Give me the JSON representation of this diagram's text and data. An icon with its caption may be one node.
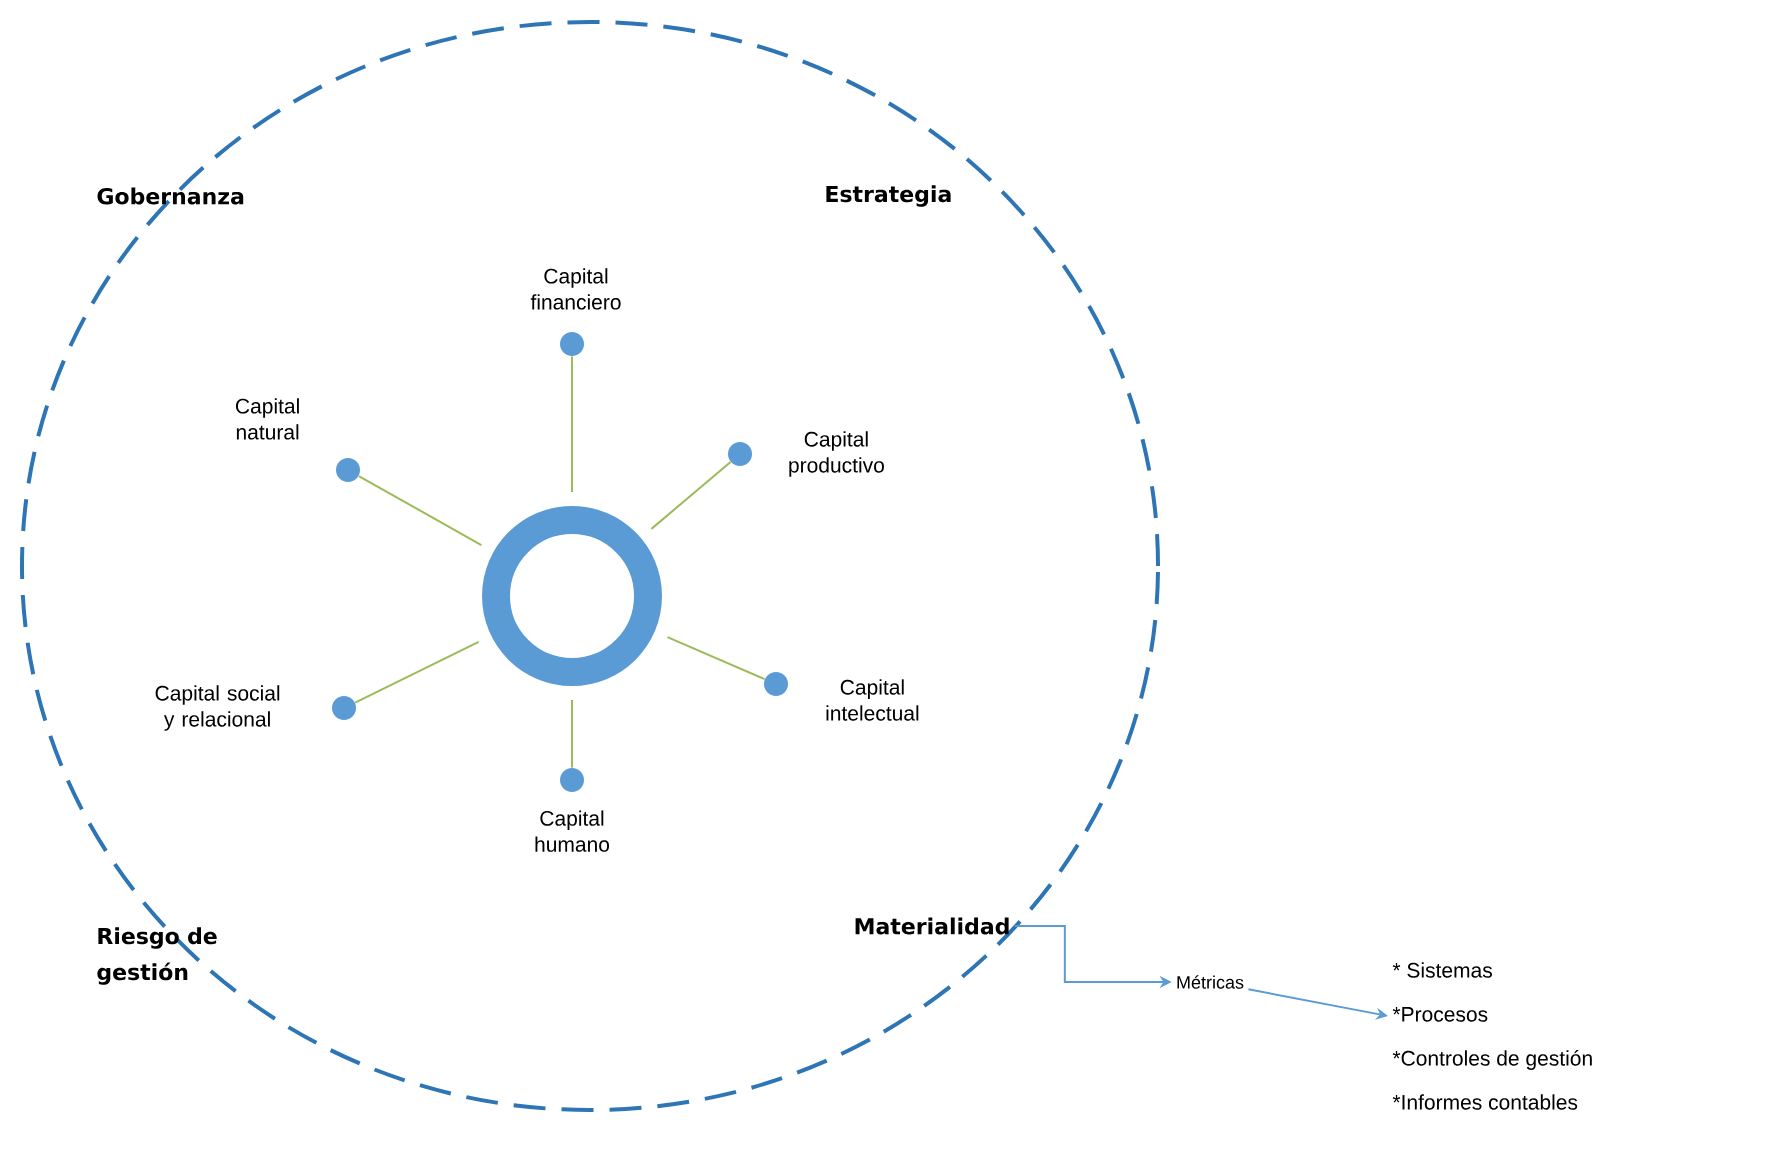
{
  "diagram": {
    "nodes": [
      {
        "text": [],
        "shape": "circle"
      },
      {
        "text": [],
        "shape": "circle",
        "in": 0
      },
      {
        "text": [],
        "shape": "circle",
        "in": 0,
        "beside": [
          "Capital financiero"
        ]
      },
      {
        "text": [],
        "shape": "circle",
        "in": 0,
        "beside": [
          "Capital natural"
        ]
      },
      {
        "text": [],
        "shape": "circle",
        "in": 0,
        "beside": [
          "Capital productivo"
        ]
      },
      {
        "text": [],
        "shape": "circle",
        "in": 0,
        "beside": [
          "Capital social y relacional"
        ]
      },
      {
        "text": [],
        "shape": "circle",
        "in": 0,
        "beside": [
          "Capital intelectual"
        ]
      },
      {
        "text": [],
        "shape": "circle",
        "in": 0,
        "beside": [
          "Capital humano"
        ]
      },
      {
        "text": [
          "Materialidad"
        ],
        "in": 0
      },
      {
        "text": [
          "Métricas"
        ]
      },
      {
        "text": [
          "* Sistemas",
          "*Procesos",
          "*Controles de gestión",
          "*Informes contables"
        ]
      }
    ],
    "edges": [
      {
        "from": 1,
        "to": 2,
        "arrow": "none"
      },
      {
        "from": 1,
        "to": 3,
        "arrow": "none"
      },
      {
        "from": 1,
        "to": 4,
        "arrow": "none"
      },
      {
        "from": 1,
        "to": 5,
        "arrow": "none"
      },
      {
        "from": 1,
        "to": 6,
        "arrow": "none"
      },
      {
        "from": 1,
        "to": 7,
        "arrow": "none"
      },
      {
        "from": 8,
        "to": 9,
        "arrow": "to",
        "color": "#5b9bd5"
      },
      {
        "from": 9,
        "to": 10,
        "arrow": "to",
        "color": "#5b9bd5"
      }
    ],
    "labels": [
      "Gobernanza",
      "Estrategia",
      "Riesgo de gestión"
    ]
  }
}
